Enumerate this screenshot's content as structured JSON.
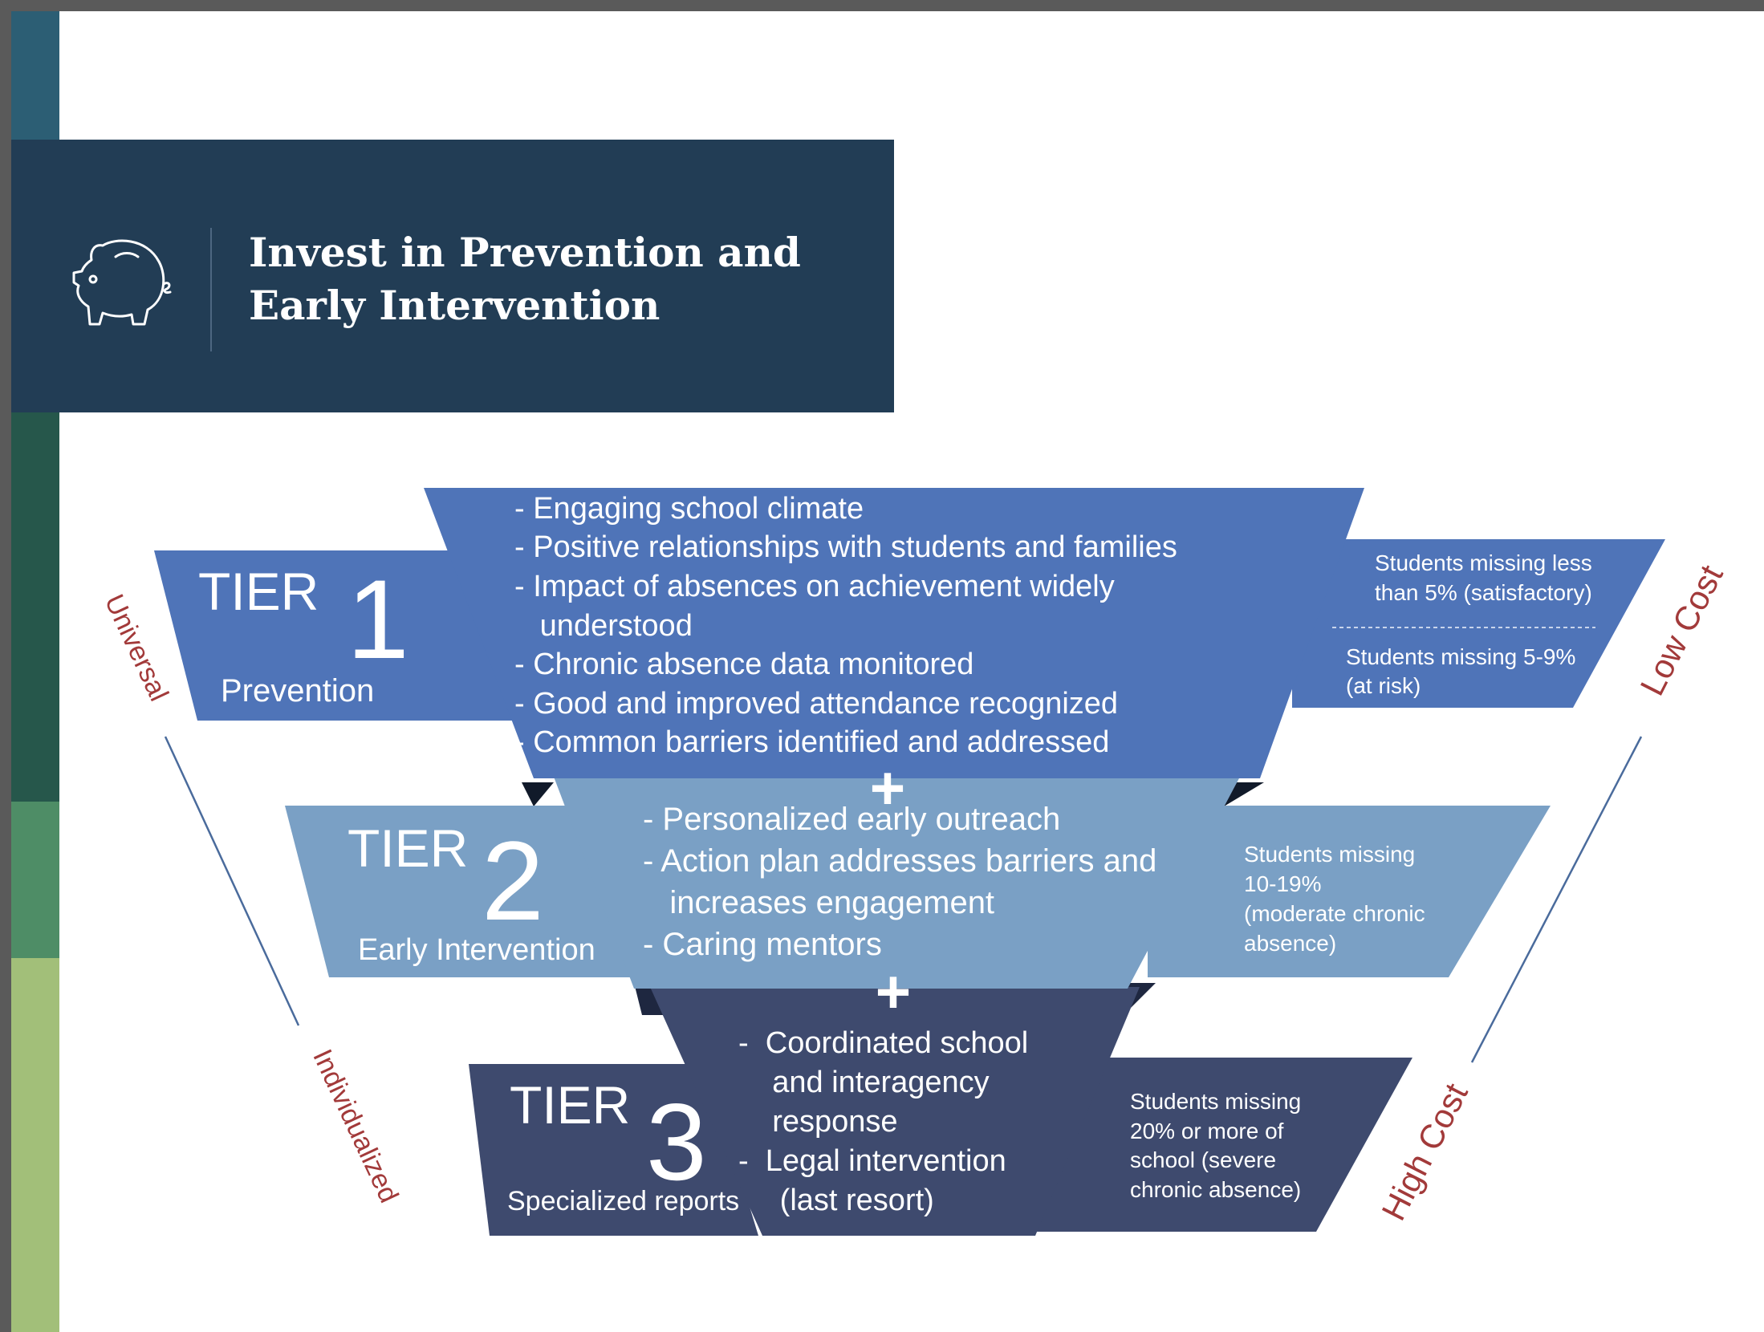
{
  "header": {
    "title_line1": "Invest in Prevention and",
    "title_line2": "Early Intervention",
    "icon": "piggy-bank-icon"
  },
  "colors": {
    "band_teal": "#2c5e74",
    "band_darkgreen": "#26574b",
    "band_green": "#4e8d66",
    "band_lightgreen": "#a2bf79",
    "header_bg": "#223d55",
    "tier1": "#4f74b8",
    "tier2": "#7aa0c5",
    "tier3": "#3e4a6e",
    "side_label": "#a23a3a"
  },
  "tiers": [
    {
      "label": "TIER",
      "number": "1",
      "name": "Prevention",
      "items": [
        "- Engaging school climate",
        "- Positive relationships with students and families",
        "- Impact of absences on achievement widely",
        "   understood",
        "- Chronic absence data monitored",
        "- Good and improved attendance recognized",
        "- Common barriers identified and addressed"
      ],
      "notes": [
        "Students missing less",
        "than 5% (satisfactory)"
      ],
      "notes2": [
        "Students missing 5-9%",
        "(at risk)"
      ]
    },
    {
      "label": "TIER",
      "number": "2",
      "name": "Early Intervention",
      "items": [
        "- Personalized early outreach",
        "- Action plan addresses barriers and",
        "   increases engagement",
        "- Caring mentors"
      ],
      "notes": [
        "Students missing",
        "10-19%",
        "(moderate chronic",
        "absence)"
      ]
    },
    {
      "label": "TIER",
      "number": "3",
      "name": "Specialized reports",
      "items": [
        "-  Coordinated school",
        "    and interagency",
        "    response",
        "-  Legal intervention",
        "   (last resort)"
      ],
      "notes": [
        "Students missing",
        "20% or more of",
        "school (severe",
        "chronic absence)"
      ]
    }
  ],
  "plus": "+",
  "side_labels": {
    "universal": "Universal",
    "individualized": "Individualized",
    "low_cost": "Low Cost",
    "high_cost": "High Cost"
  }
}
